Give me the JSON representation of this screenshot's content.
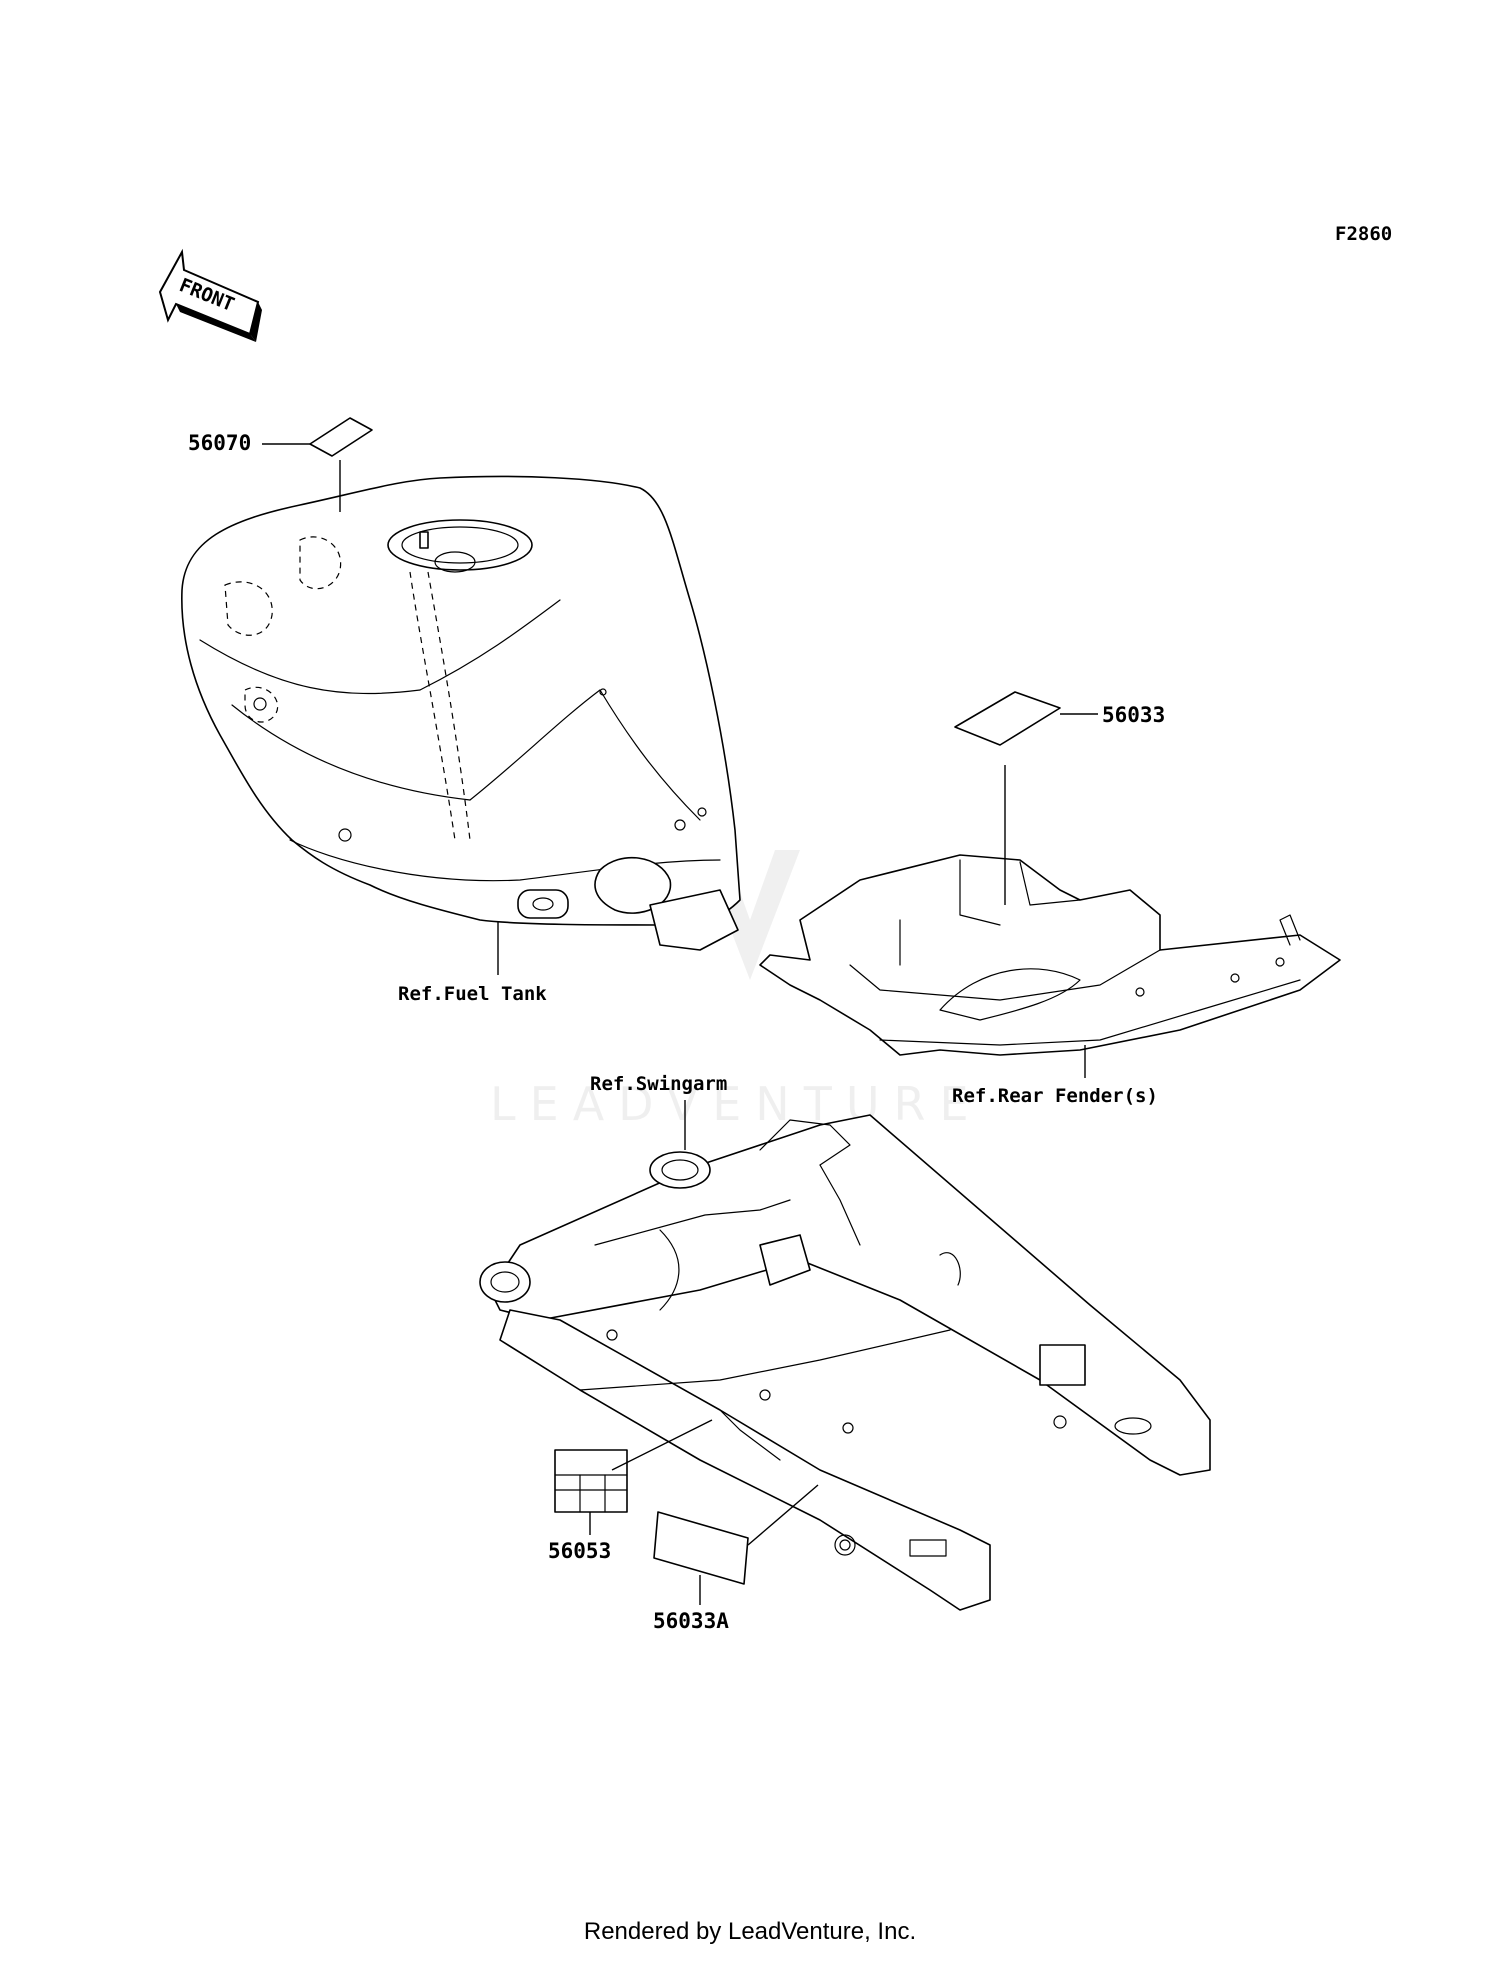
{
  "figure_code": "F2860",
  "front_arrow_label": "FRONT",
  "watermark": "LEADVENTURE",
  "callouts": {
    "fuel_tank_label_part": "56070",
    "fender_label_part": "56033",
    "swingarm_label_part_a": "56053",
    "swingarm_label_part_b": "56033A"
  },
  "references": {
    "fuel_tank": "Ref.Fuel Tank",
    "rear_fender": "Ref.Rear Fender(s)",
    "swingarm": "Ref.Swingarm"
  },
  "footer": "Rendered by LeadVenture, Inc."
}
